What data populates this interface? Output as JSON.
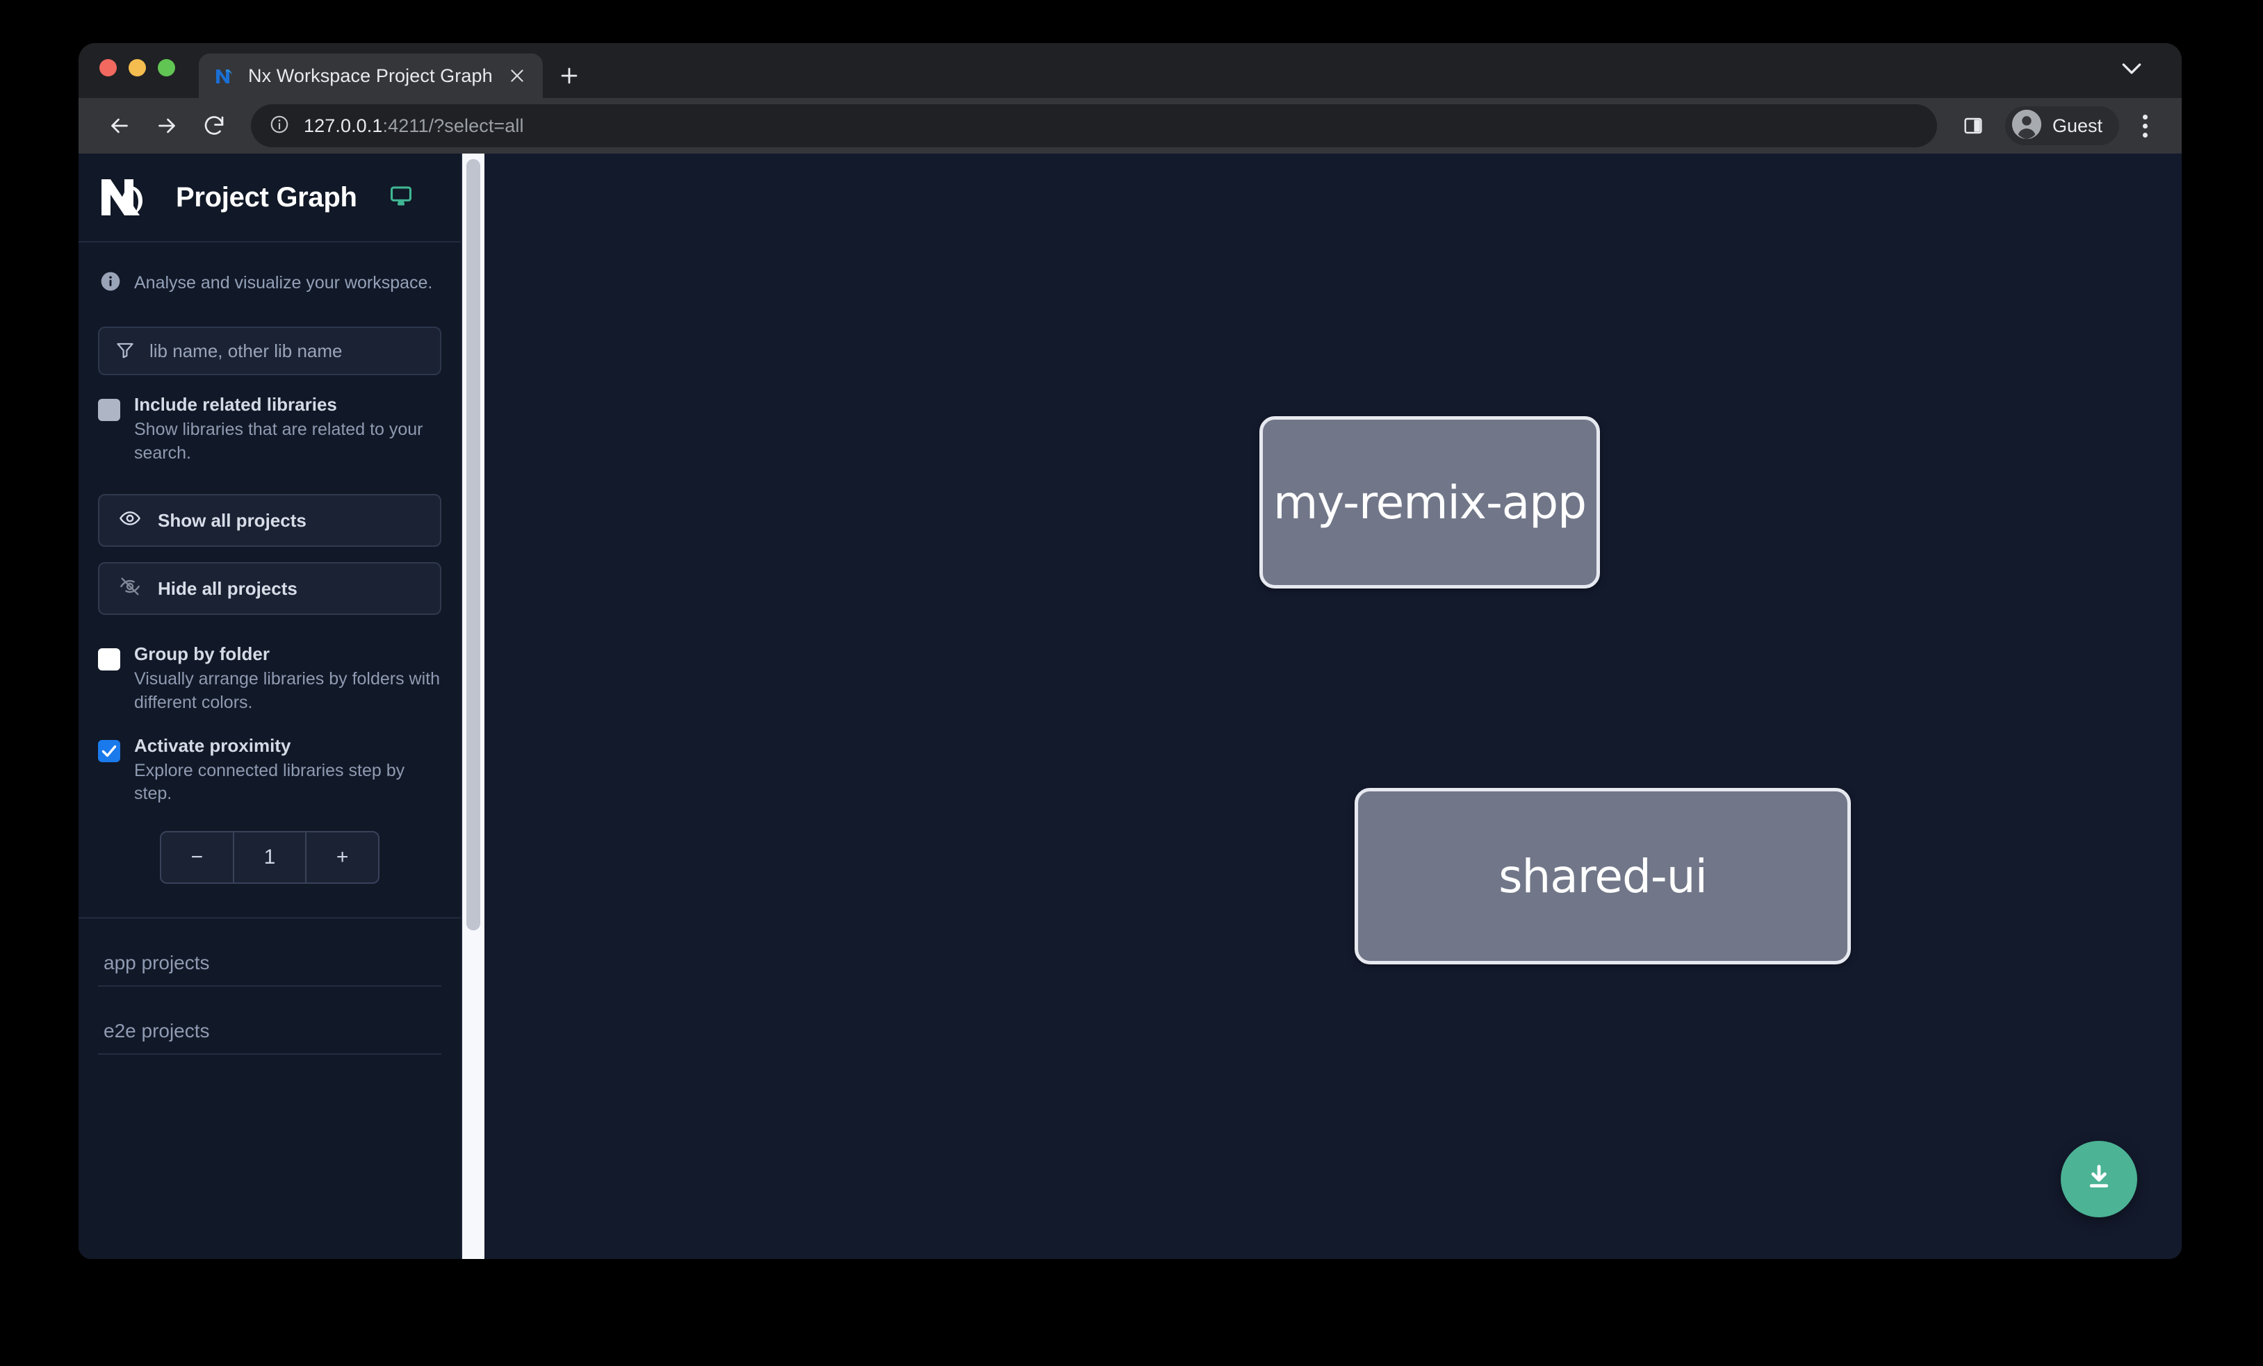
{
  "browser": {
    "tab": {
      "title": "Nx Workspace Project Graph",
      "favicon_icon": "nx-logo-icon",
      "close_icon": "close-icon"
    },
    "new_tab_label": "+",
    "tab_strip_chevron_icon": "chevron-down-icon",
    "toolbar": {
      "back_icon": "back-arrow-icon",
      "forward_icon": "forward-arrow-icon",
      "reload_icon": "reload-icon",
      "info_icon": "site-info-icon",
      "url_host": "127.0.0.1",
      "url_rest": ":4211/?select=all",
      "side_panel_icon": "side-panel-icon",
      "profile_name": "Guest",
      "profile_avatar_icon": "person-avatar-icon",
      "menu_icon": "kebab-menu-icon"
    }
  },
  "sidebar": {
    "logo_icon": "nx-logo-icon",
    "title": "Project Graph",
    "monitor_icon": "monitor-icon",
    "tagline_icon": "info-circle-icon",
    "tagline": "Analyse and visualize your workspace.",
    "filter": {
      "icon": "filter-funnel-icon",
      "placeholder": "lib name, other lib name",
      "value": ""
    },
    "options": [
      {
        "id": "include-related-libraries",
        "label": "Include related libraries",
        "desc": "Show libraries that are related to your search.",
        "state": "disabled"
      },
      {
        "id": "group-by-folder",
        "label": "Group by folder",
        "desc": "Visually arrange libraries by folders with different colors.",
        "state": "unchecked"
      },
      {
        "id": "activate-proximity",
        "label": "Activate proximity",
        "desc": "Explore connected libraries step by step.",
        "state": "checked"
      }
    ],
    "buttons": [
      {
        "id": "show-all-projects",
        "label": "Show all projects",
        "icon": "eye-icon"
      },
      {
        "id": "hide-all-projects",
        "label": "Hide all projects",
        "icon": "eye-slash-icon"
      }
    ],
    "stepper": {
      "decrement_label": "−",
      "value": "1",
      "increment_label": "+"
    },
    "project_sections": [
      {
        "id": "app-projects",
        "label": "app projects"
      },
      {
        "id": "e2e-projects",
        "label": "e2e projects"
      }
    ]
  },
  "graph": {
    "nodes": [
      {
        "id": "my-remix-app",
        "label": "my-remix-app"
      },
      {
        "id": "shared-ui",
        "label": "shared-ui"
      }
    ],
    "edges": [
      {
        "from": "my-remix-app",
        "to": "shared-ui"
      }
    ],
    "download_button": {
      "icon": "download-icon",
      "color": "#4cb395"
    }
  },
  "colors": {
    "accent_green": "#3fb693",
    "checkbox_checked": "#1a7aeb",
    "node_fill": "#717789",
    "node_border": "#e7e9f0",
    "canvas_bg": "#131a2c",
    "sidebar_bg": "#111827"
  }
}
